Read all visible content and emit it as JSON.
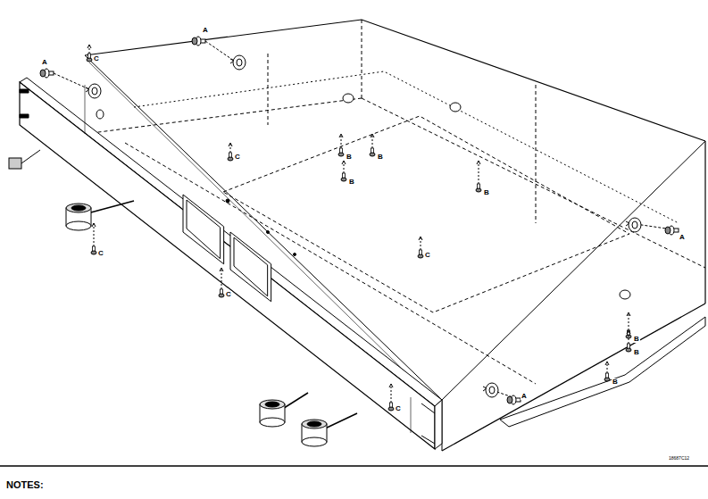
{
  "diagram": {
    "labels": [
      "A",
      "A",
      "A",
      "A",
      "B",
      "B",
      "B",
      "B",
      "B",
      "B",
      "B",
      "C",
      "C",
      "C",
      "C",
      "C",
      "C",
      "18687C12",
      "NOTES:"
    ]
  }
}
